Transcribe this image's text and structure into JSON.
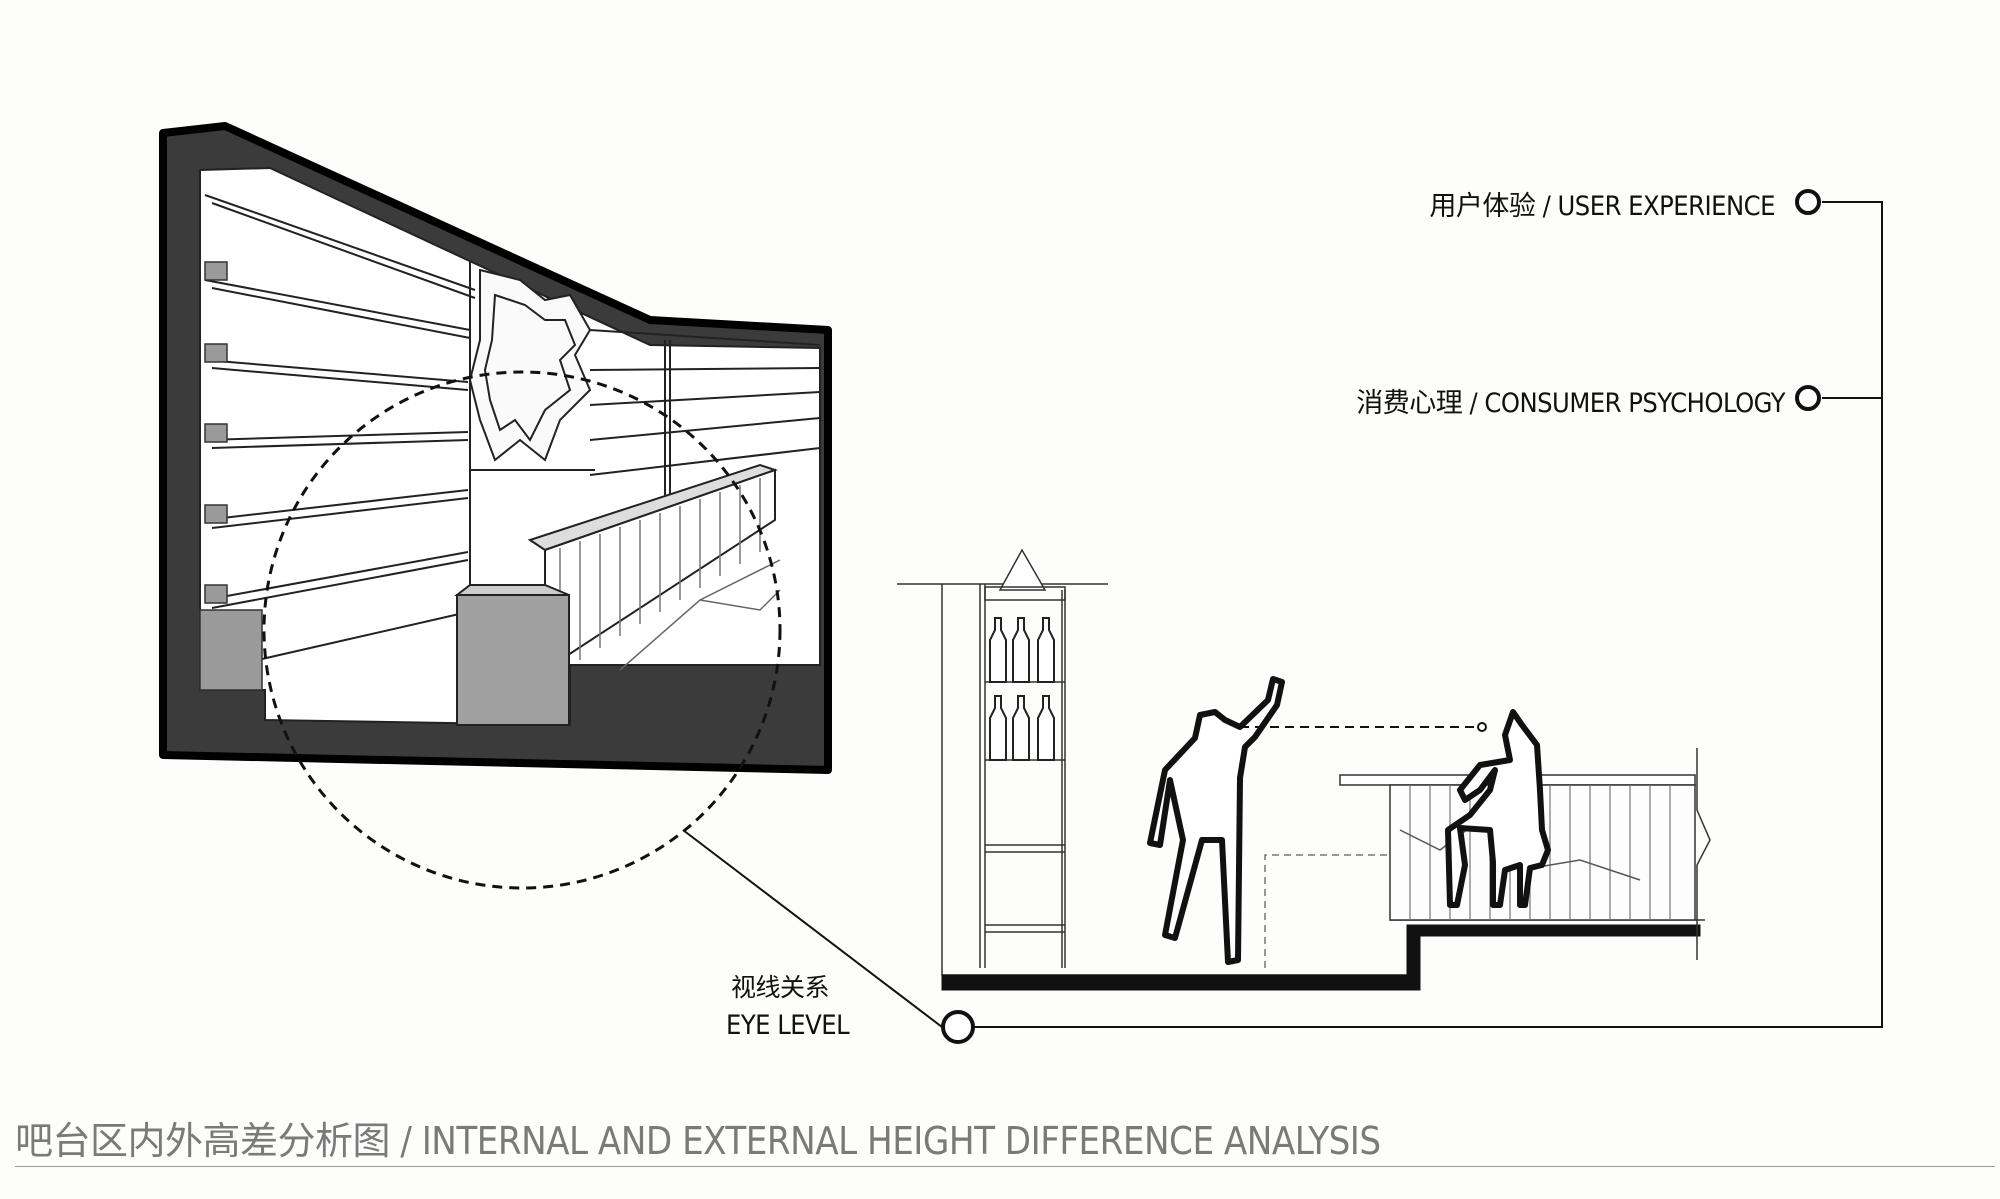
{
  "labels": {
    "user_experience": "用户体验 / USER EXPERIENCE",
    "consumer_psychology": "消费心理 / CONSUMER PSYCHOLOGY",
    "eye_level_cn": "视线关系",
    "eye_level_en": "EYE LEVEL"
  },
  "caption": "吧台区内外高差分析图 / INTERNAL AND EXTERNAL HEIGHT DIFFERENCE ANALYSIS",
  "colors": {
    "ink": "#111111",
    "wall": "#3b3b3b",
    "caption": "#7a7a7a",
    "counter_gray": "#a0a0a0"
  }
}
